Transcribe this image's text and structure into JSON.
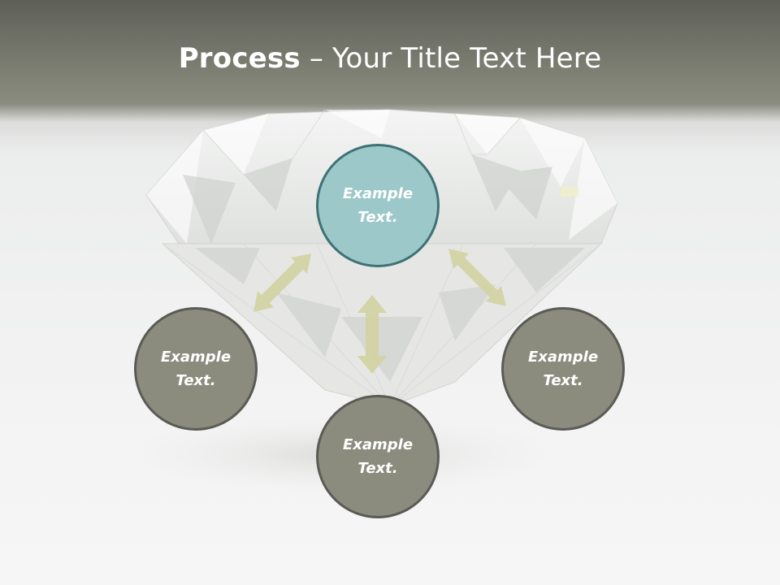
{
  "slide": {
    "title_bold": "Process",
    "title_rest": " – Your Title Text Here"
  },
  "circles": [
    {
      "id": "top",
      "line1": "Example",
      "line2": "Text."
    },
    {
      "id": "left",
      "line1": "Example",
      "line2": "Text."
    },
    {
      "id": "bottom",
      "line1": "Example",
      "line2": "Text."
    },
    {
      "id": "right",
      "line1": "Example",
      "line2": "Text."
    }
  ],
  "colors": {
    "header_band": "#7d7e72",
    "circle_gray": "#8b8c7e",
    "circle_gray_border": "#5a5b55",
    "circle_teal": "#9cc8ca",
    "circle_teal_border": "#3f7275",
    "arrow": "#d3d3a5"
  }
}
